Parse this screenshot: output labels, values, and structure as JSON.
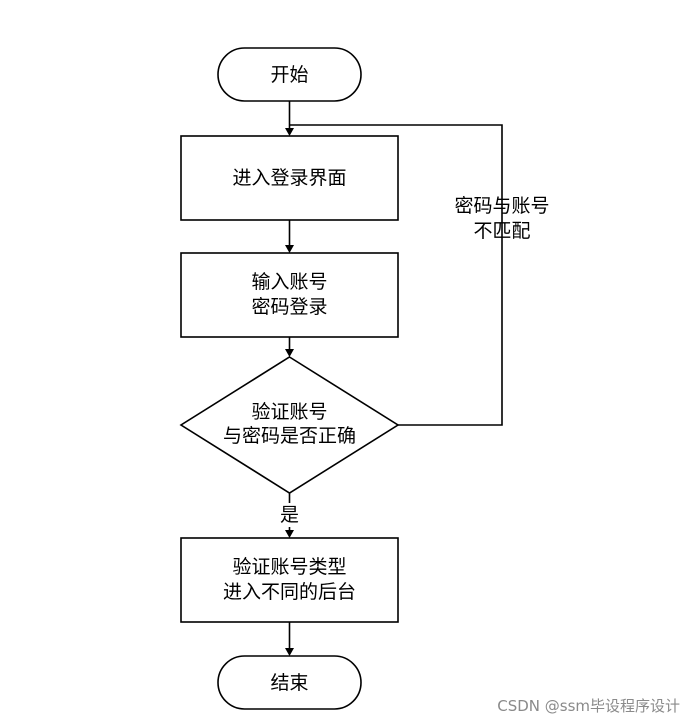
{
  "flowchart": {
    "start": {
      "label": "开始"
    },
    "enter_login": {
      "label": "进入登录界面"
    },
    "input_credentials": {
      "lines": [
        "输入账号",
        "密码登录"
      ]
    },
    "verify": {
      "lines": [
        "验证账号",
        "与密码是否正确"
      ]
    },
    "verify_type": {
      "lines": [
        "验证账号类型",
        "进入不同的后台"
      ]
    },
    "end": {
      "label": "结束"
    },
    "edge_mismatch": {
      "lines": [
        "密码与账号",
        "不匹配"
      ]
    },
    "edge_yes": {
      "label": "是"
    }
  },
  "watermark": "CSDN @ssm毕设程序设计"
}
